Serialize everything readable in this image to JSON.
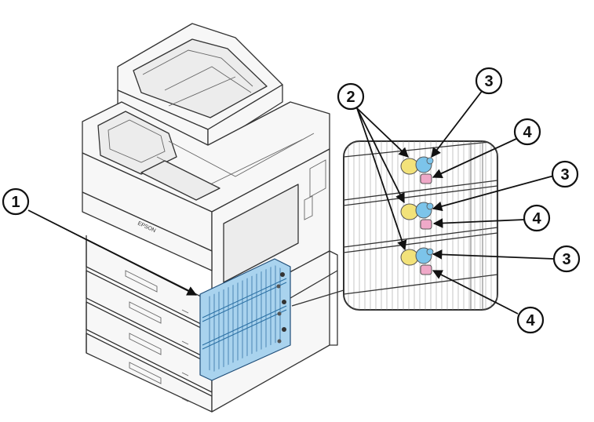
{
  "callouts": {
    "c1": "1",
    "c2": "2",
    "c3a": "3",
    "c3b": "3",
    "c3c": "3",
    "c4a": "4",
    "c4b": "4",
    "c4c": "4"
  },
  "brand_mark": "EPSON",
  "colors": {
    "panel_blue": "#a9d3ee",
    "part_yellow": "#f2e27a",
    "part_cyan": "#7cc4ea",
    "part_pink": "#efa9c8"
  }
}
